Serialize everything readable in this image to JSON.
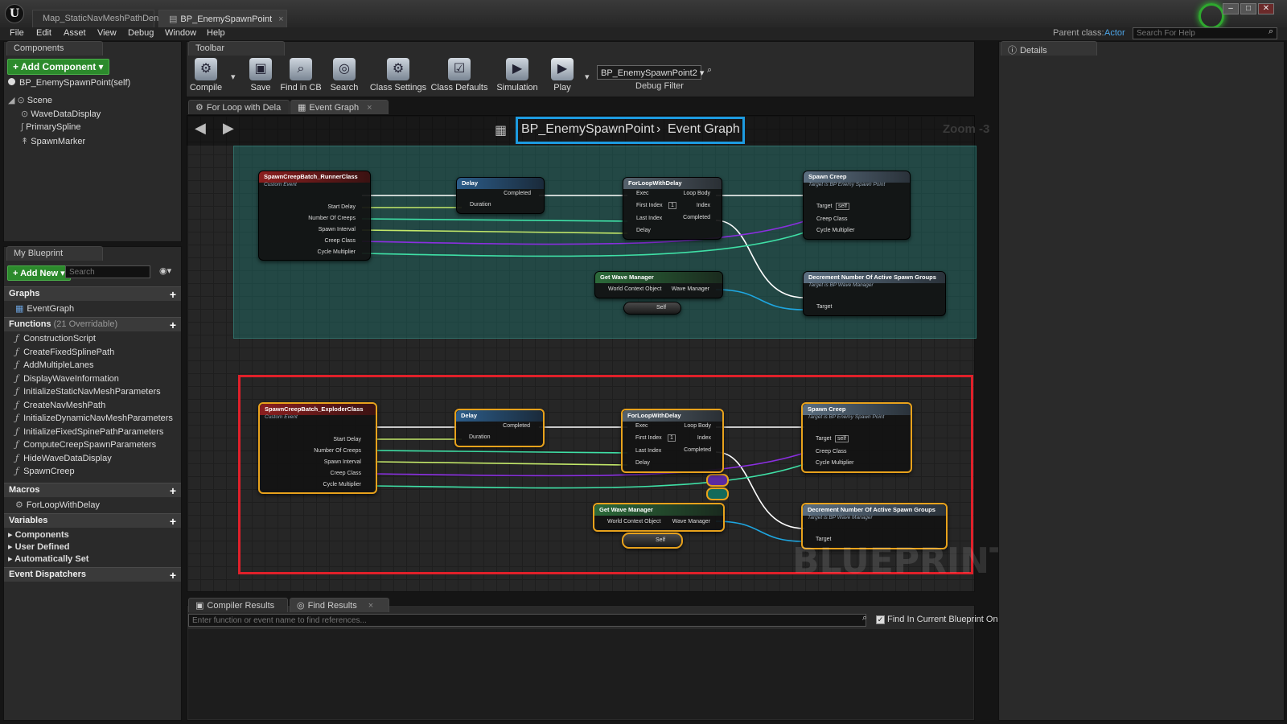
{
  "window": {
    "tabs": [
      "Map_StaticNavMeshPathDen",
      "BP_EnemySpawnPoint"
    ],
    "controls": [
      "–",
      "□",
      "✕"
    ]
  },
  "menu": [
    "File",
    "Edit",
    "Asset",
    "View",
    "Debug",
    "Window",
    "Help"
  ],
  "parent_class": {
    "label": "Parent class:",
    "value": "Actor"
  },
  "search_help": {
    "placeholder": "Search For Help"
  },
  "components_panel": {
    "tab": "Components",
    "add_button": "+ Add Component ▾",
    "self_item": "BP_EnemySpawnPoint(self)",
    "tree": [
      "Scene",
      "WaveDataDisplay",
      "PrimarySpline",
      "SpawnMarker"
    ]
  },
  "my_blueprint": {
    "tab": "My Blueprint",
    "add_new": "+ Add New ▾",
    "search_placeholder": "Search",
    "graphs_header": "Graphs",
    "graphs": [
      "EventGraph"
    ],
    "functions_header": "Functions",
    "functions_count": "(21 Overridable)",
    "functions": [
      "ConstructionScript",
      "CreateFixedSplinePath",
      "AddMultipleLanes",
      "DisplayWaveInformation",
      "InitializeStaticNavMeshParameters",
      "CreateNavMeshPath",
      "InitializeDynamicNavMeshParameters",
      "InitializeFixedSpinePathParameters",
      "ComputeCreepSpawnParameters",
      "HideWaveDataDisplay",
      "SpawnCreep"
    ],
    "macros_header": "Macros",
    "macros": [
      "ForLoopWithDelay"
    ],
    "variables_header": "Variables",
    "variable_groups": [
      "Components",
      "User Defined",
      "Automatically Set"
    ],
    "dispatchers_header": "Event Dispatchers"
  },
  "toolbar": {
    "tab": "Toolbar",
    "buttons": [
      "Compile",
      "Save",
      "Find in CB",
      "Search",
      "Class Settings",
      "Class Defaults",
      "Simulation",
      "Play"
    ],
    "debug_select": "BP_EnemySpawnPoint2 ▾",
    "debug_label": "Debug Filter"
  },
  "graph_tabs": [
    "For Loop with Dela",
    "Event Graph"
  ],
  "breadcrumb": {
    "bp": "BP_EnemySpawnPoint",
    "sep": "›",
    "graph": "Event Graph"
  },
  "zoom": "Zoom -3",
  "watermark": "BLUEPRINT",
  "details_tab": "Details",
  "results_tabs": [
    "Compiler Results",
    "Find Results"
  ],
  "find": {
    "placeholder": "Enter function or event name to find references...",
    "checkbox_label": "Find In Current Blueprint Only"
  },
  "nodes_top": {
    "event": {
      "title": "SpawnCreepBatch_RunnerClass",
      "sub": "Custom Event",
      "pins": [
        "Start Delay",
        "Number Of Creeps",
        "Spawn Interval",
        "Creep Class",
        "Cycle Multiplier"
      ]
    },
    "delay": {
      "title": "Delay",
      "in": [
        "Duration"
      ],
      "out": [
        "Completed"
      ]
    },
    "loop": {
      "title": "ForLoopWithDelay",
      "in": [
        "Exec",
        "First Index",
        "Last Index",
        "Delay"
      ],
      "out": [
        "Loop Body",
        "Index",
        "Completed"
      ],
      "first_index_value": "1"
    },
    "spawn": {
      "title": "Spawn Creep",
      "sub": "Target is BP Enemy Spawn Point",
      "pins": [
        "Target",
        "Creep Class",
        "Cycle Multiplier"
      ],
      "self_tag": "self"
    },
    "wave": {
      "title": "Get Wave Manager",
      "in": [
        "World Context Object"
      ],
      "out": [
        "Wave Manager"
      ]
    },
    "decrement": {
      "title": "Decrement Number Of Active Spawn Groups",
      "sub": "Target is BP Wave Manager",
      "pins": [
        "Target"
      ]
    },
    "self": "Self"
  },
  "nodes_bottom": {
    "event": {
      "title": "SpawnCreepBatch_ExploderClass",
      "sub": "Custom Event"
    }
  }
}
